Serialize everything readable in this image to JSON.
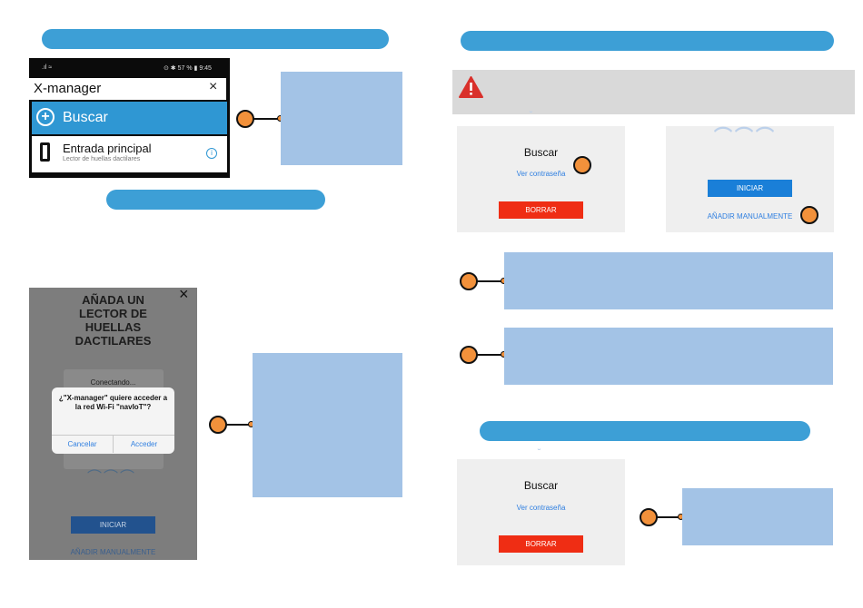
{
  "pills": [
    "",
    "",
    "",
    ""
  ],
  "phone1": {
    "status_left": ".ıl ≈",
    "status_right": "⊙ ✱ 57 % ▮ 9:45",
    "search_text": "X-manager",
    "close_glyph": "×",
    "buscar_label": "Buscar",
    "entry_title": "Entrada principal",
    "entry_subtitle": "Lector de huellas dactilares",
    "info_glyph": "i"
  },
  "phone2": {
    "title": "AÑADA UN LECTOR DE HUELLAS DACTILARES",
    "close_glyph": "×",
    "connecting": "Conectando...",
    "dialog_text": "¿\"X-manager\" quiere acceder a la red Wi-Fi \"navIoT\"?",
    "dialog_cancel": "Cancelar",
    "dialog_accept": "Acceder",
    "iniciar": "INICIAR",
    "manual": "AÑADIR MANUALMENTE"
  },
  "card_buscar_1": {
    "title": "Buscar",
    "link": "Ver contraseña",
    "button": "BORRAR"
  },
  "card_iniciar": {
    "button": "INICIAR",
    "link": "AÑADIR MANUALMENTE"
  },
  "card_buscar_2": {
    "title": "Buscar",
    "link": "Ver contraseña",
    "button": "BORRAR"
  },
  "colors": {
    "pill": "#3d9fd6",
    "callout_box": "#a3c3e6",
    "marker": "#f2913b",
    "danger": "#ef2d14",
    "primary": "#1a7fd8",
    "warning_icon": "#d9302b"
  },
  "icons": {
    "add": "plus-circle-icon",
    "device": "phone-icon",
    "info": "info-icon",
    "warning": "warning-triangle-icon",
    "fingerprint": "fingerprint-icon"
  }
}
